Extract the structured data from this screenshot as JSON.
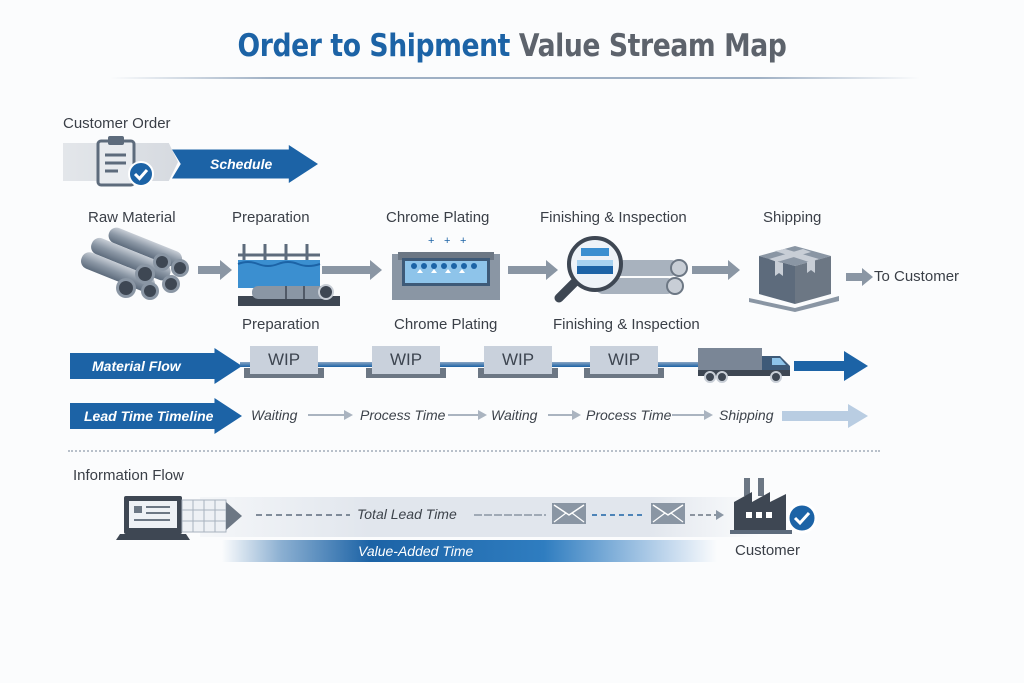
{
  "title": {
    "part1": "Order to Shipment",
    "part2": "Value Stream Map"
  },
  "customer_order": {
    "label": "Customer Order",
    "schedule_label": "Schedule"
  },
  "process_steps": [
    {
      "top_label": "Raw Material",
      "bottom_label": "",
      "icon": "steel-tubes-icon"
    },
    {
      "top_label": "Preparation",
      "bottom_label": "Preparation",
      "icon": "preparation-tank-icon"
    },
    {
      "top_label": "Chrome Plating",
      "bottom_label": "Chrome Plating",
      "icon": "plating-bath-icon"
    },
    {
      "top_label": "Finishing & Inspection",
      "bottom_label": "Finishing & Inspection",
      "icon": "magnifier-inspection-icon"
    },
    {
      "top_label": "Shipping",
      "bottom_label": "",
      "icon": "pallet-box-icon"
    }
  ],
  "to_customer_label": "To Customer",
  "material_flow": {
    "label": "Material Flow",
    "wip_labels": [
      "WIP",
      "WIP",
      "WIP",
      "WIP"
    ],
    "vehicle_icon": "truck-icon"
  },
  "lead_time_timeline": {
    "label": "Lead Time Timeline",
    "steps": [
      "Waiting",
      "Process Time",
      "Waiting",
      "Process Time",
      "Shipping"
    ]
  },
  "information_flow": {
    "label": "Information Flow",
    "total_lead_time_label": "Total Lead Time",
    "value_added_label": "Value-Added Time",
    "customer_label": "Customer"
  },
  "colors": {
    "brand_blue": "#1c63a6",
    "steel_gray": "#5d6b7c",
    "light_gray": "#c9d1dc"
  }
}
